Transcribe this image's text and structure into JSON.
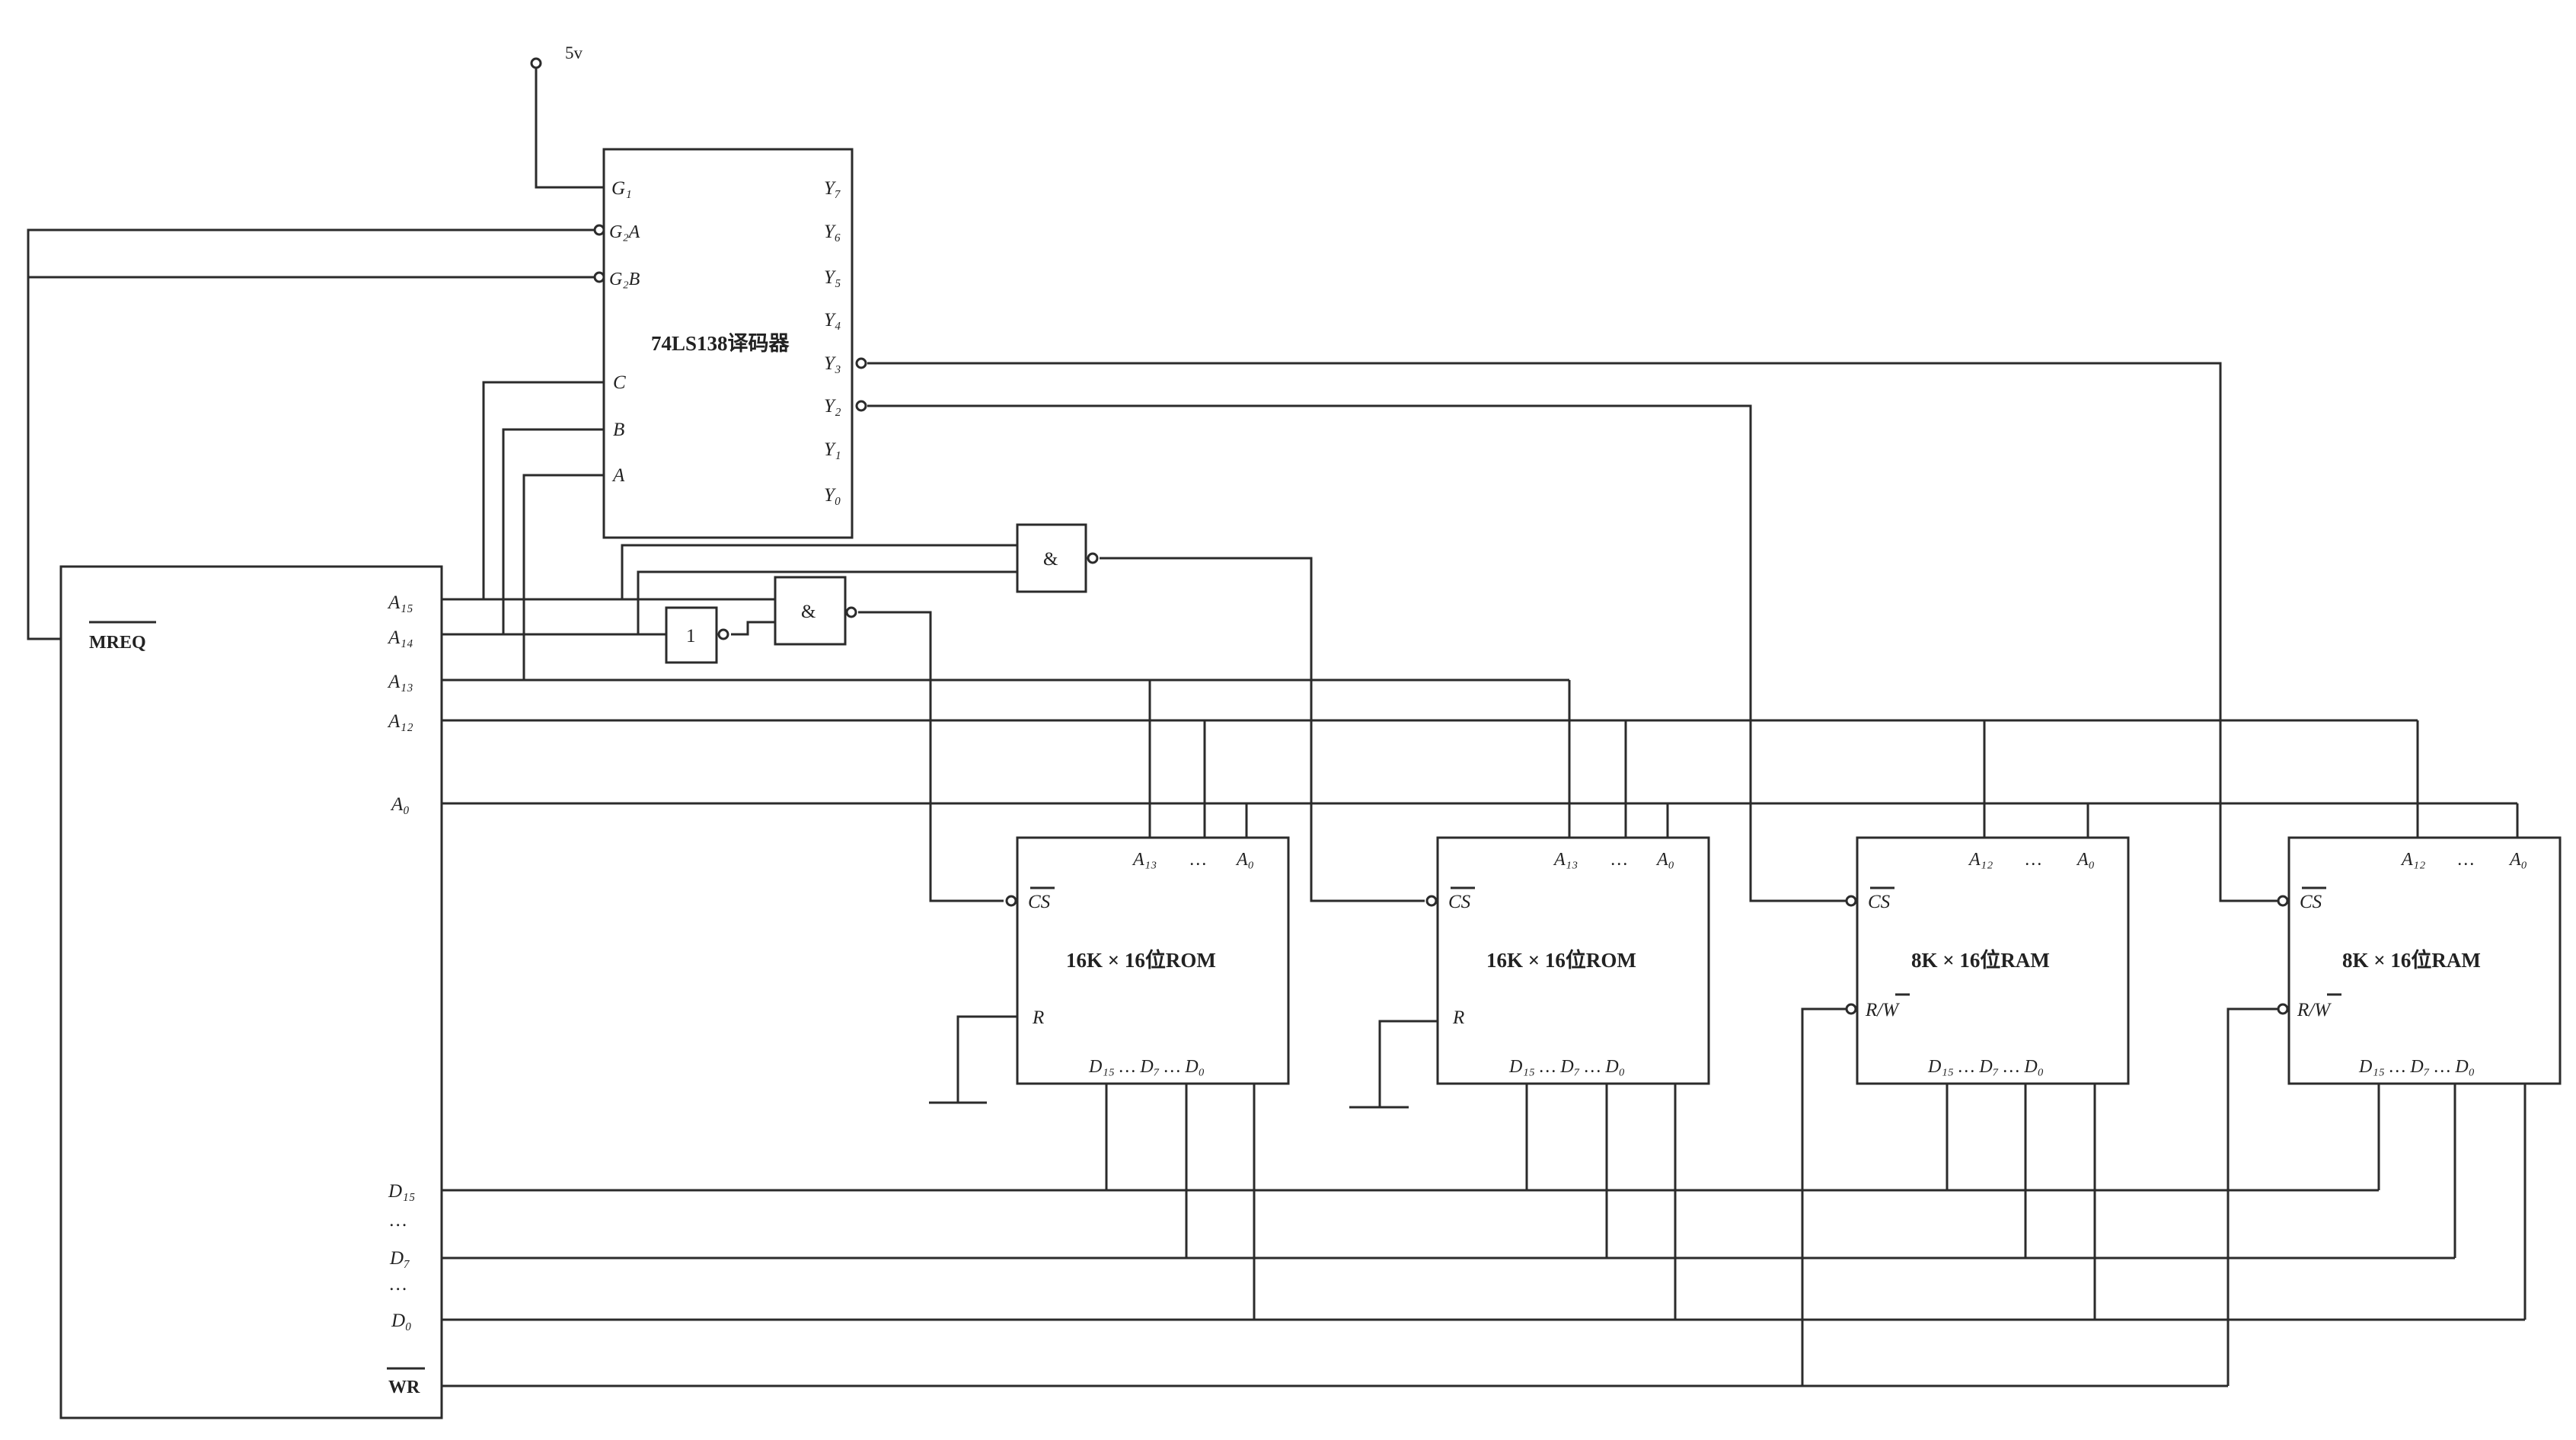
{
  "supply": {
    "label": "5v"
  },
  "decoder": {
    "title": "74LS138译码器",
    "inputs": [
      "G₁",
      "G₂A",
      "G₂B",
      "C",
      "B",
      "A"
    ],
    "outputs": [
      "Y₇",
      "Y₆",
      "Y₅",
      "Y₄",
      "Y₃",
      "Y₂",
      "Y₁",
      "Y₀"
    ]
  },
  "cpu": {
    "mreq": "MREQ",
    "wr": "WR",
    "address_pins": [
      "A₁₅",
      "A₁₄",
      "A₁₃",
      "A₁₂",
      "A₀"
    ],
    "data_pins": [
      "D₁₅",
      "…",
      "D₇",
      "…",
      "D₀"
    ]
  },
  "gates": {
    "inverter": "1",
    "and_lower": "&",
    "and_upper": "&"
  },
  "chips": [
    {
      "title": "16K × 16位ROM",
      "addr_hi": "A₁₃",
      "addr_dots": "…",
      "addr_lo": "A₀",
      "cs": "CS",
      "ctrl": "R",
      "data": "D₁₅ … D₇ … D₀"
    },
    {
      "title": "16K × 16位ROM",
      "addr_hi": "A₁₃",
      "addr_dots": "…",
      "addr_lo": "A₀",
      "cs": "CS",
      "ctrl": "R",
      "data": "D₁₅ … D₇ … D₀"
    },
    {
      "title": "8K × 16位RAM",
      "addr_hi": "A₁₂",
      "addr_dots": "…",
      "addr_lo": "A₀",
      "cs": "CS",
      "ctrl": "R/W",
      "data": "D₁₅ … D₇ … D₀"
    },
    {
      "title": "8K × 16位RAM",
      "addr_hi": "A₁₂",
      "addr_dots": "…",
      "addr_lo": "A₀",
      "cs": "CS",
      "ctrl": "R/W",
      "data": "D₁₅ … D₇ … D₀"
    }
  ]
}
